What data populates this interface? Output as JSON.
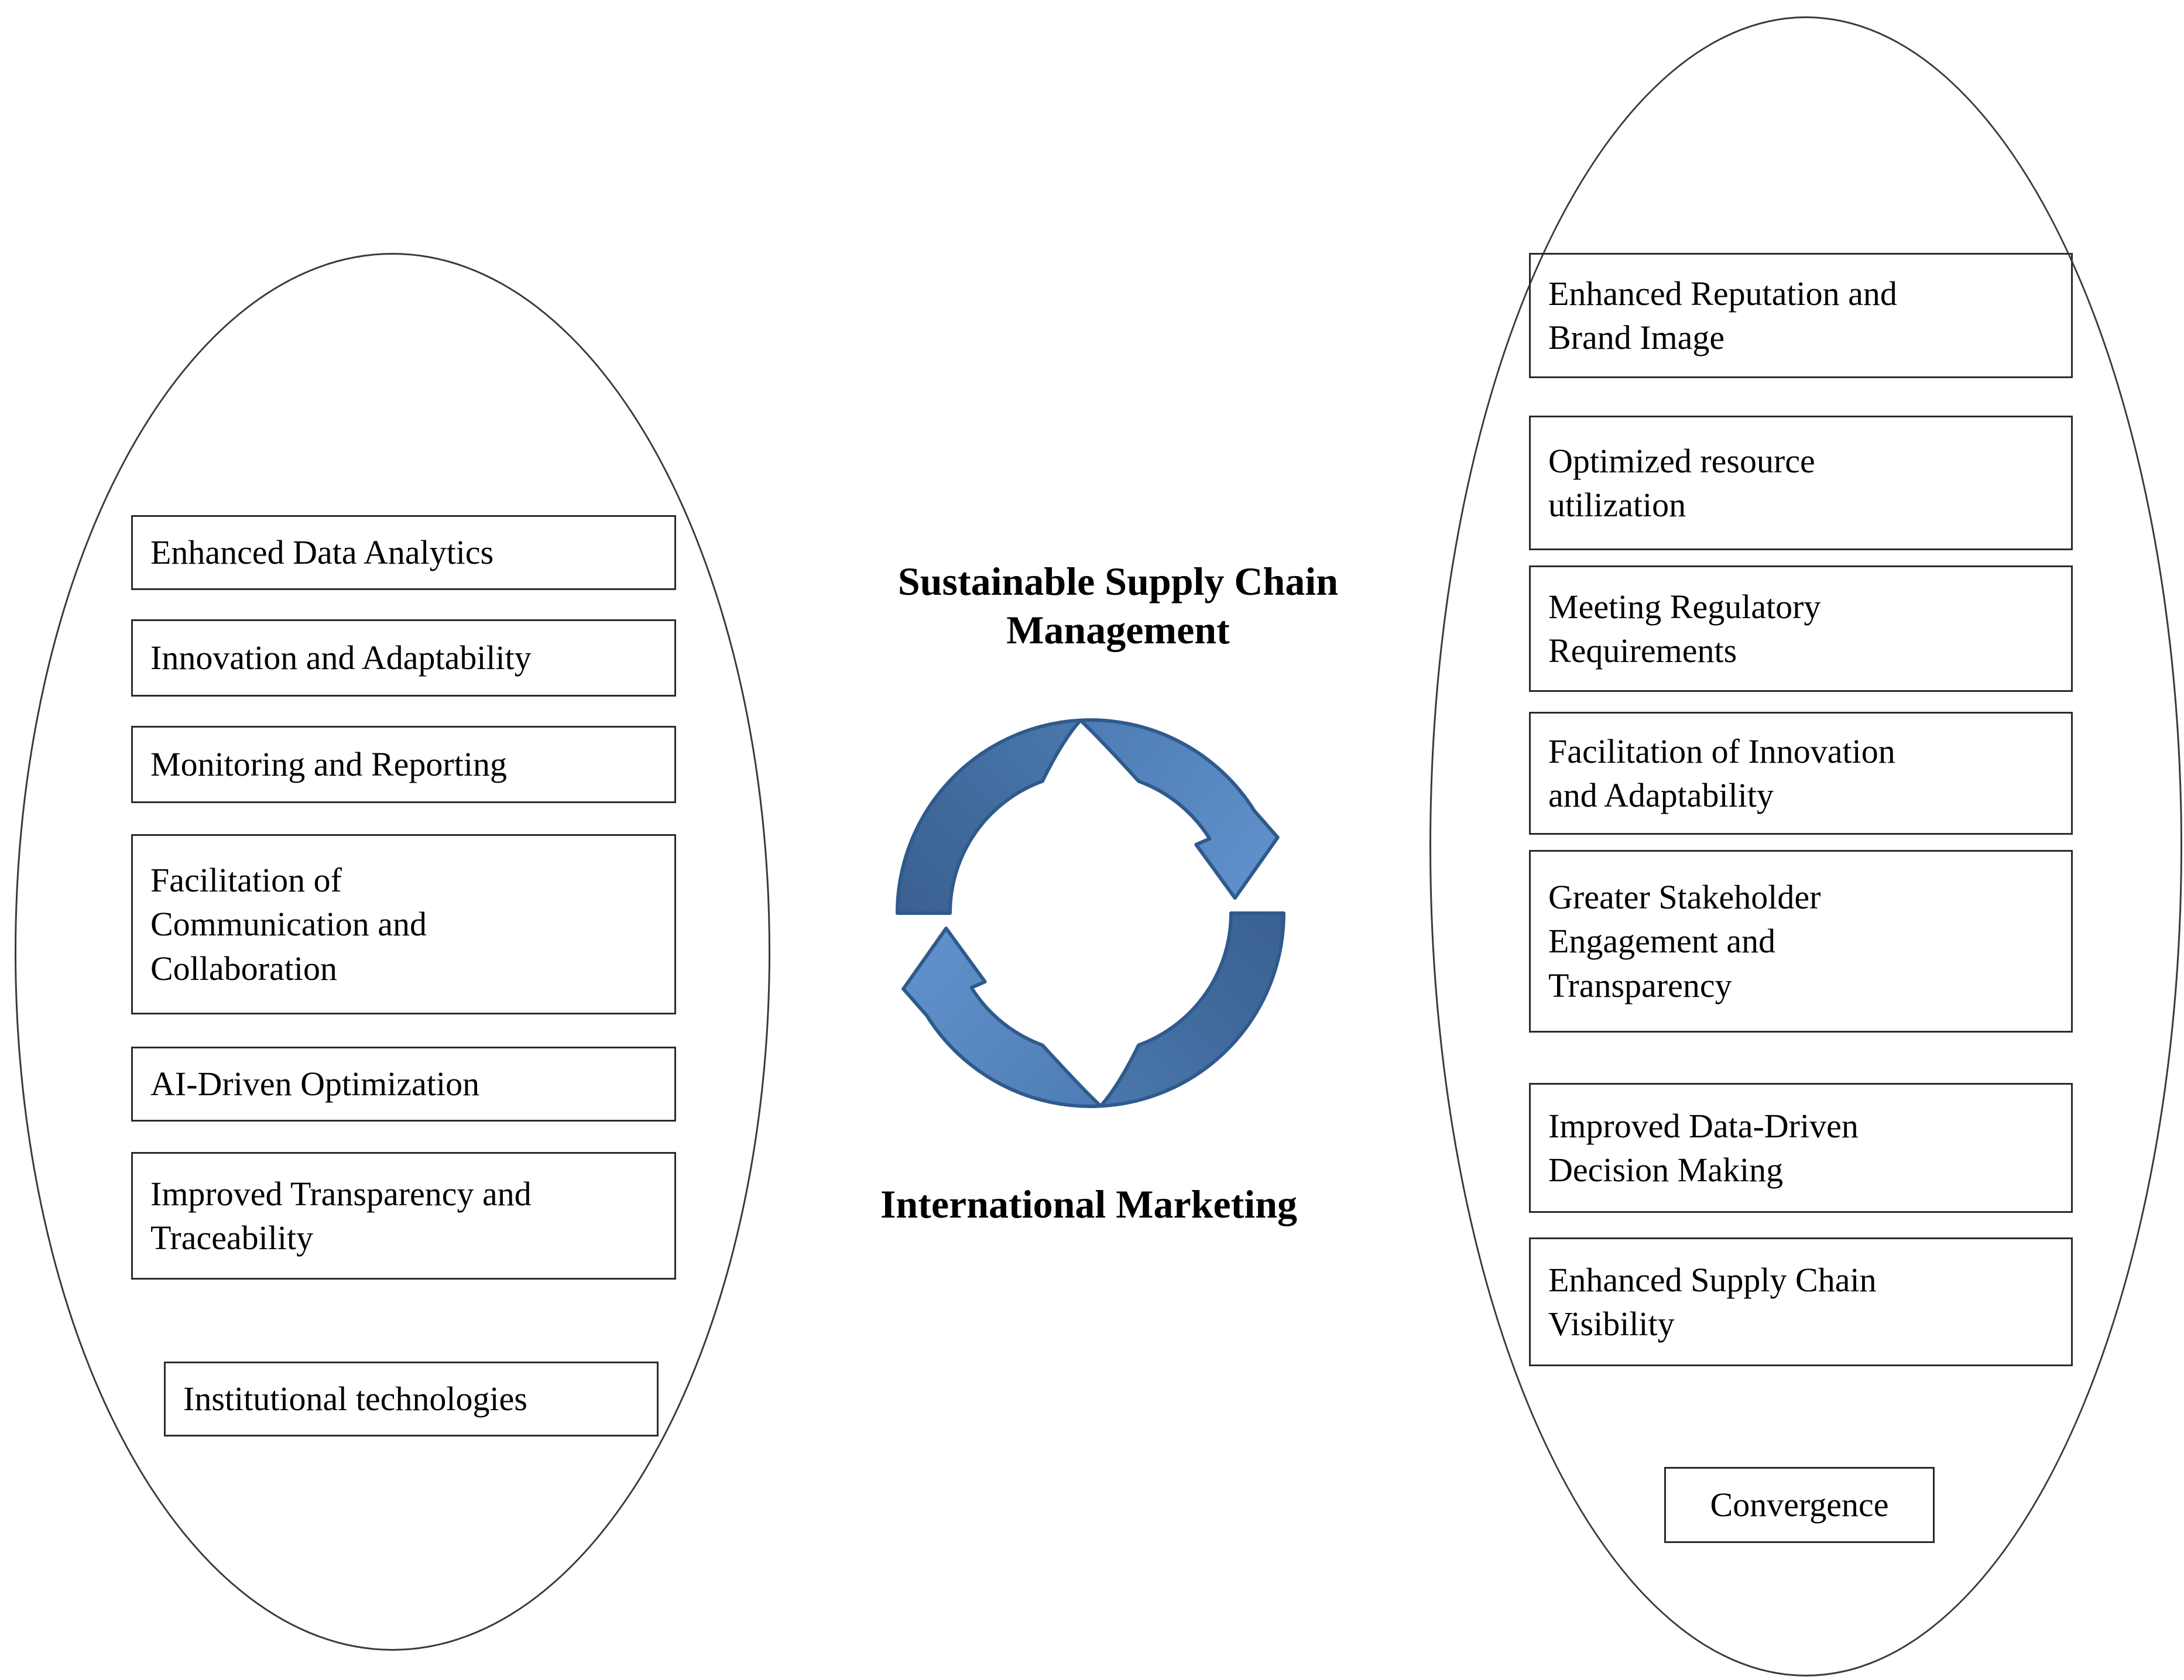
{
  "center": {
    "top_label": "Sustainable Supply Chain\nManagement",
    "bottom_label": "International Marketing"
  },
  "cycle": {
    "name": "circular-exchange-arrows",
    "color_dark_tail": "#3A6191",
    "color_dark_tip": "#4A77AC",
    "color_light_start": "#4E7DB5",
    "color_light_end": "#6191CC",
    "outline": "#2F5A8C"
  },
  "left_items": [
    "Enhanced Data Analytics",
    "Innovation and Adaptability",
    "Monitoring and Reporting",
    "Facilitation of\nCommunication and\nCollaboration",
    "AI-Driven Optimization",
    "Improved Transparency and\nTraceability",
    "Institutional technologies"
  ],
  "right_items": [
    "Enhanced Reputation and\nBrand Image",
    "Optimized resource\nutilization",
    "Meeting Regulatory\nRequirements",
    "Facilitation of Innovation\nand Adaptability",
    "Greater Stakeholder\nEngagement and\nTransparency",
    "Improved Data-Driven\nDecision Making",
    "Enhanced Supply Chain\nVisibility",
    "Convergence"
  ]
}
